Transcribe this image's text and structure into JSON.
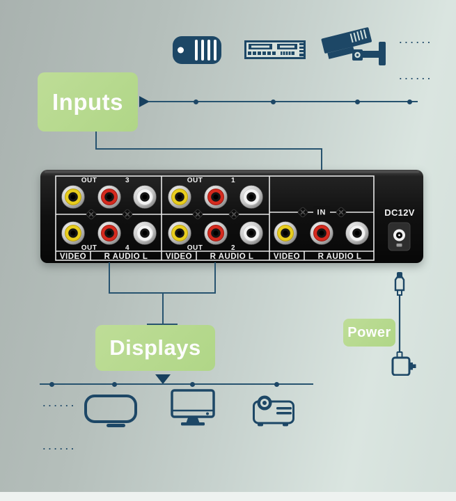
{
  "labels": {
    "inputs": "Inputs",
    "displays": "Displays",
    "power": "Power"
  },
  "device": {
    "dc_label": "DC12V",
    "in_label": "IN",
    "sections": [
      {
        "top": {
          "out": "OUT",
          "num": "3"
        },
        "bottom": {
          "out": "OUT",
          "num": "4"
        },
        "video": "VIDEO",
        "audio": "R AUDIO L"
      },
      {
        "top": {
          "out": "OUT",
          "num": "1"
        },
        "bottom": {
          "out": "OUT",
          "num": "2"
        },
        "video": "VIDEO",
        "audio": "R AUDIO L"
      },
      {
        "video": "VIDEO",
        "audio": "R AUDIO L"
      }
    ]
  },
  "decorations": {
    "ellipsis": "......"
  },
  "icons": {
    "top_sources": [
      "media-player-icon",
      "dvd-player-icon",
      "cctv-camera-icon"
    ],
    "bottom_displays": [
      "tv-icon",
      "monitor-icon",
      "projector-icon"
    ],
    "power": "power-adapter-icon"
  },
  "colors": {
    "accent_green": "#b6d98c",
    "navy": "#1d4766",
    "connector_line": "#27536f",
    "device_black": "#111111",
    "rca_yellow": "#e8cd1e",
    "rca_red": "#d52a1e",
    "rca_white": "#f3f3f3"
  }
}
